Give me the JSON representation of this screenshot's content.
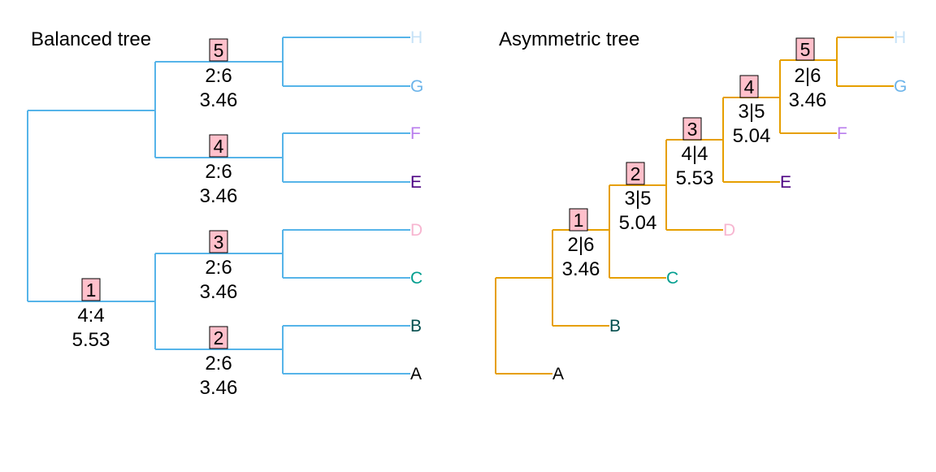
{
  "colors": {
    "background": "#ffffff",
    "badge_fill": "#ffc0cb",
    "badge_border": "#000000",
    "label_text": "#000000"
  },
  "trees": [
    {
      "id": "balanced",
      "title": "Balanced tree",
      "edge_color": "#56b4e9",
      "tips": [
        {
          "label": "H",
          "color": "#c6e2f7"
        },
        {
          "label": "G",
          "color": "#6cb4ea"
        },
        {
          "label": "F",
          "color": "#b97ded"
        },
        {
          "label": "E",
          "color": "#4b0082"
        },
        {
          "label": "D",
          "color": "#f7b5d0"
        },
        {
          "label": "C",
          "color": "#009e8f"
        },
        {
          "label": "B",
          "color": "#004d4d"
        },
        {
          "label": "A",
          "color": "#000000"
        }
      ],
      "nodes": [
        {
          "id": "1",
          "line1": "4:4",
          "line2": "5.53"
        },
        {
          "id": "2",
          "line1": "2:6",
          "line2": "3.46"
        },
        {
          "id": "3",
          "line1": "2:6",
          "line2": "3.46"
        },
        {
          "id": "4",
          "line1": "2:6",
          "line2": "3.46"
        },
        {
          "id": "5",
          "line1": "2:6",
          "line2": "3.46"
        }
      ]
    },
    {
      "id": "asymmetric",
      "title": "Asymmetric tree",
      "edge_color": "#e69f00",
      "tips": [
        {
          "label": "H",
          "color": "#c6e2f7"
        },
        {
          "label": "G",
          "color": "#6cb4ea"
        },
        {
          "label": "F",
          "color": "#b97ded"
        },
        {
          "label": "E",
          "color": "#4b0082"
        },
        {
          "label": "D",
          "color": "#f7b5d0"
        },
        {
          "label": "C",
          "color": "#009e8f"
        },
        {
          "label": "B",
          "color": "#004d4d"
        },
        {
          "label": "A",
          "color": "#000000"
        }
      ],
      "nodes": [
        {
          "id": "1",
          "line1": "2|6",
          "line2": "3.46"
        },
        {
          "id": "2",
          "line1": "3|5",
          "line2": "5.04"
        },
        {
          "id": "3",
          "line1": "4|4",
          "line2": "5.53"
        },
        {
          "id": "4",
          "line1": "3|5",
          "line2": "5.04"
        },
        {
          "id": "5",
          "line1": "2|6",
          "line2": "3.46"
        }
      ]
    }
  ]
}
